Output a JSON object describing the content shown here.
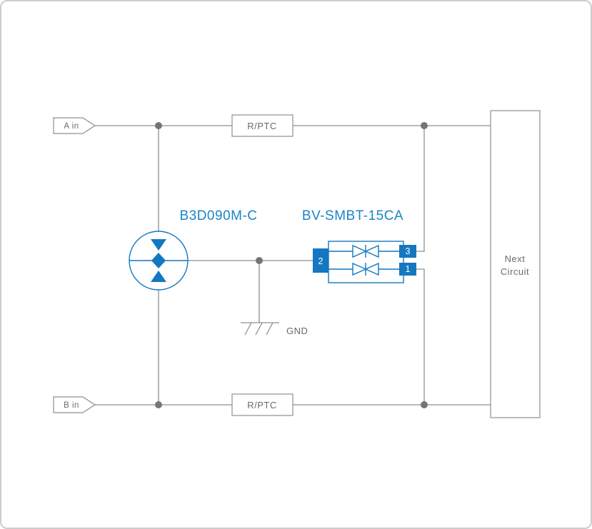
{
  "colors": {
    "accent_blue": "#1577BF",
    "label_blue": "#1B84C8",
    "wire_gray": "#8F8F8F",
    "text_gray": "#6A6A6A",
    "junction_gray": "#757575",
    "border_gray": "#CDCDCD"
  },
  "connectors": {
    "a_in": "A in",
    "b_in": "B in"
  },
  "protection": {
    "rptc_top": "R/PTC",
    "rptc_bottom": "R/PTC",
    "gdt": {
      "part": "B3D090M-C"
    },
    "tvs": {
      "part": "BV-SMBT-15CA",
      "pin_left": "2",
      "pin_top_right": "3",
      "pin_bottom_right": "1"
    }
  },
  "ground": {
    "label": "GND"
  },
  "next_circuit": {
    "line1": "Next",
    "line2": "Circuit"
  }
}
